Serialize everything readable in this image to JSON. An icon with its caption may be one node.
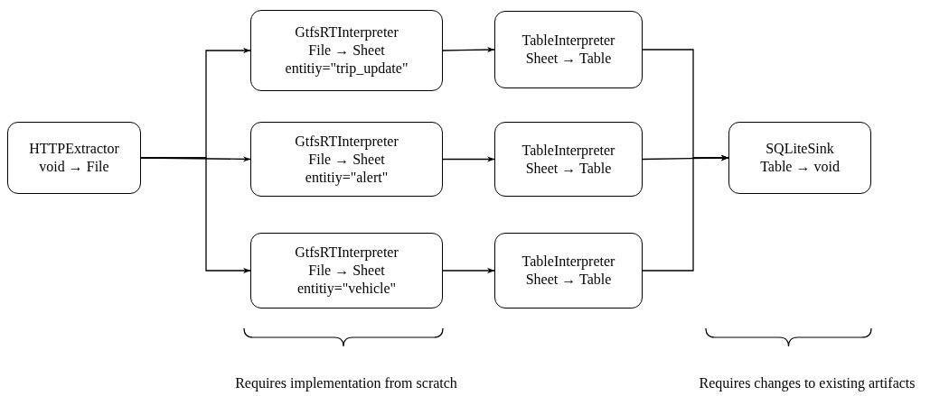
{
  "diagram": {
    "nodes": [
      {
        "text": [
          "HTTPExtractor",
          "void → File"
        ]
      },
      {
        "text": [
          "GtfsRTInterpreter",
          "File → Sheet",
          "entitiy=\"trip_update\""
        ]
      },
      {
        "text": [
          "TableInterpreter",
          "Sheet → Table"
        ]
      },
      {
        "text": [
          "GtfsRTInterpreter",
          "File → Sheet",
          "entitiy=\"alert\""
        ]
      },
      {
        "text": [
          "TableInterpreter",
          "Sheet → Table"
        ]
      },
      {
        "text": [
          "GtfsRTInterpreter",
          "File → Sheet",
          "entitiy=\"vehicle\""
        ]
      },
      {
        "text": [
          "TableInterpreter",
          "Sheet → Table"
        ]
      },
      {
        "text": [
          "SQLiteSink",
          "Table → void"
        ]
      }
    ],
    "edges": [
      {
        "from": 0,
        "to": 1,
        "arrow": "to"
      },
      {
        "from": 0,
        "to": 3,
        "arrow": "to"
      },
      {
        "from": 0,
        "to": 5,
        "arrow": "to"
      },
      {
        "from": 1,
        "to": 2,
        "arrow": "to"
      },
      {
        "from": 3,
        "to": 4,
        "arrow": "to"
      },
      {
        "from": 5,
        "to": 6,
        "arrow": "to"
      },
      {
        "from": 2,
        "to": 7,
        "arrow": "to"
      },
      {
        "from": 4,
        "to": 7,
        "arrow": "to"
      },
      {
        "from": 6,
        "to": 7,
        "arrow": "to"
      }
    ],
    "labels": [
      "Requires implementation from scratch",
      "Requires changes to existing artifacts"
    ]
  }
}
